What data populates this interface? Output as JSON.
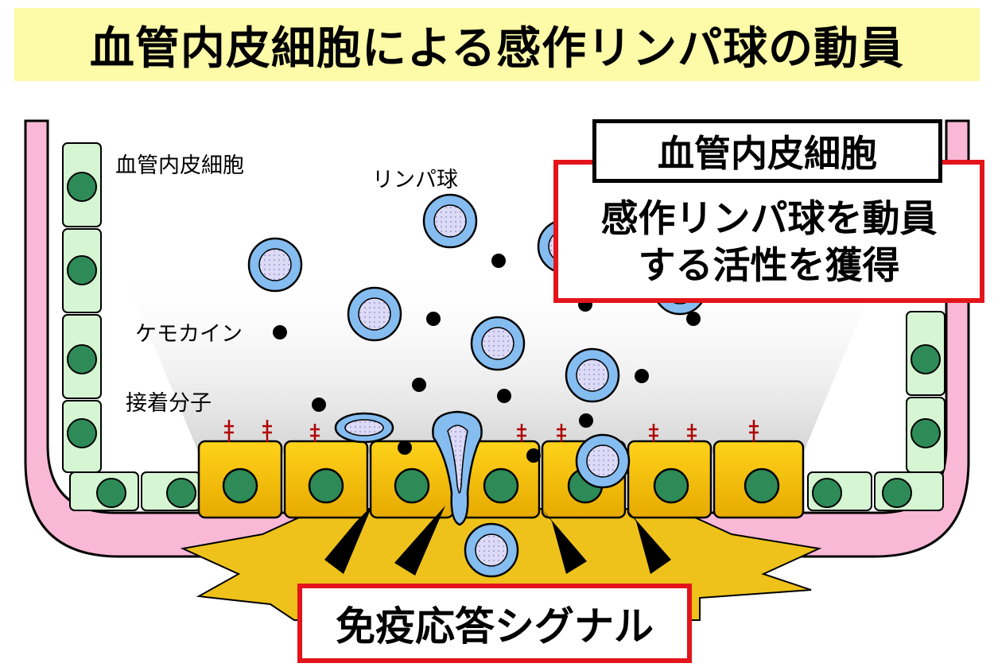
{
  "title": "血管内皮細胞による感作リンパ球の動員",
  "labels": {
    "endothelial_cell": "血管内皮細胞",
    "lymphocyte": "リンパ球",
    "chemokine": "ケモカイン",
    "adhesion_molecule": "接着分子"
  },
  "boxes": {
    "cell_box": "血管内皮細胞",
    "activity_line1": "感作リンパ球を動員",
    "activity_line2": "する活性を獲得",
    "signal": "免疫応答シグナル"
  },
  "colors": {
    "banner": "#fdfaa8",
    "vessel_wall": "#f9b8d6",
    "endothelium_green": "#d6f5d3",
    "nucleus_green": "#2e8b57",
    "activated_cell": "#f8c400",
    "lymphocyte_blue": "#86bdf0",
    "lymphocyte_core": "#d9d7f4",
    "adhesion_red": "#b00000",
    "highlight_red": "#e3141b",
    "burst_yellow": "#eec21a"
  }
}
